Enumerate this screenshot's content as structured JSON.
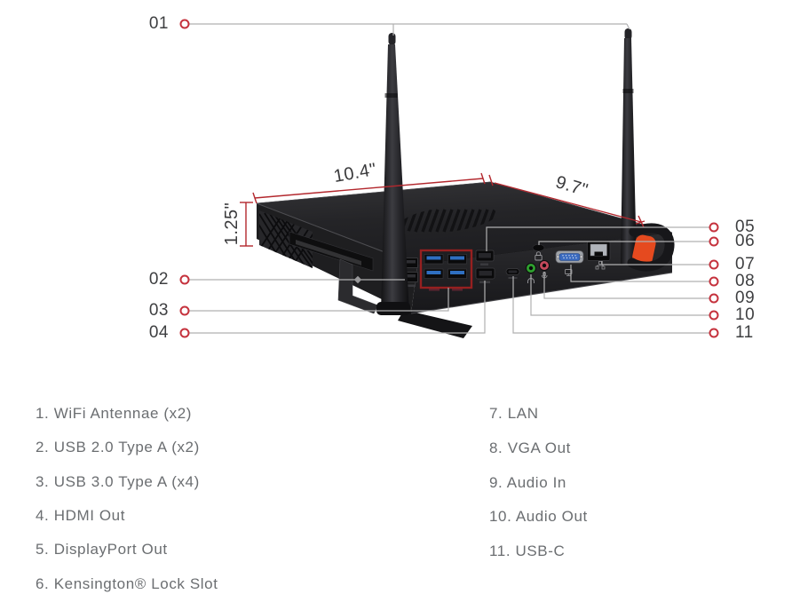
{
  "callouts": [
    "01",
    "02",
    "03",
    "04",
    "05",
    "06",
    "07",
    "08",
    "09",
    "10",
    "11"
  ],
  "dimensions": {
    "width": "10.4\"",
    "depth": "9.7\"",
    "height": "1.25\""
  },
  "legend": {
    "left": [
      {
        "text": "1. WiFi Antennae (x2)"
      },
      {
        "text": "2. USB 2.0 Type A (x2)"
      },
      {
        "text": "3. USB 3.0 Type A (x4)"
      },
      {
        "text": "4. HDMI Out"
      },
      {
        "text": "5. DisplayPort Out"
      },
      {
        "text": "6. Kensington® Lock Slot"
      }
    ],
    "right": [
      {
        "text": "7. LAN"
      },
      {
        "text": "8. VGA Out"
      },
      {
        "text": "9. Audio In"
      },
      {
        "text": "10. Audio Out"
      },
      {
        "text": "11. USB-C"
      }
    ]
  },
  "colors": {
    "accent_red": "#b3282e",
    "callout_ring_red": "#c5323d",
    "callout_line_gray": "#b0b0b1",
    "legend_text_gray": "#6b6e71",
    "number_text_dark": "#3e3f41",
    "usb3_blue": "#2f6fc1",
    "usb3_highlight_box_red": "#962020",
    "audio_out_green": "#2fa12f",
    "audio_in_pink": "#c4495c",
    "vga_blue": "#3a6abf",
    "handle_grip_orange": "#e54a1f",
    "chassis_dark": "#232325"
  }
}
